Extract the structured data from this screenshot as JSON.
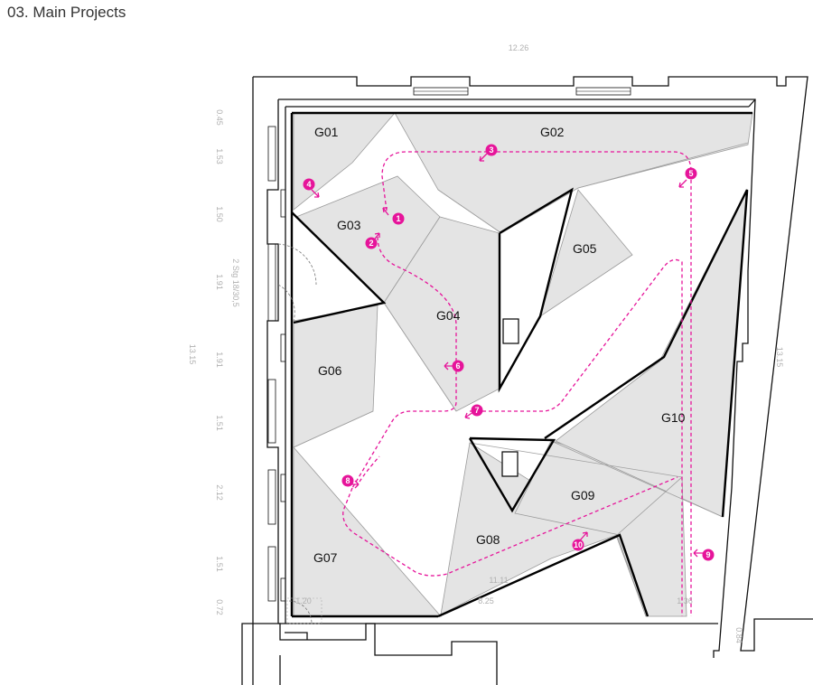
{
  "title": "03. Main Projects",
  "colors": {
    "gallery_fill": "#e4e4e4",
    "route": "#e6149a",
    "walls": "#111111",
    "dimension_text": "#b0b0b0"
  },
  "galleries": [
    {
      "id": "G01"
    },
    {
      "id": "G02"
    },
    {
      "id": "G03"
    },
    {
      "id": "G04"
    },
    {
      "id": "G05"
    },
    {
      "id": "G06"
    },
    {
      "id": "G07"
    },
    {
      "id": "G08"
    },
    {
      "id": "G09"
    },
    {
      "id": "G10"
    }
  ],
  "markers": [
    "1",
    "2",
    "3",
    "4",
    "5",
    "6",
    "7",
    "8",
    "9",
    "10"
  ],
  "dimensions": {
    "top_width": "12.26",
    "left_total": "13.15",
    "right_total": "13.15",
    "left_segments": [
      "0.45",
      "1.53",
      "1.50",
      "1.91",
      "1.91",
      "1.51",
      "2.12",
      "1.51",
      "0.72"
    ],
    "stair": "2 Stg 18/30,5",
    "bottom_inner": "11.11",
    "bottom_right": "1.36",
    "bottom_center": "8.25",
    "bottom_left": "1.20",
    "corner": "0.84"
  }
}
